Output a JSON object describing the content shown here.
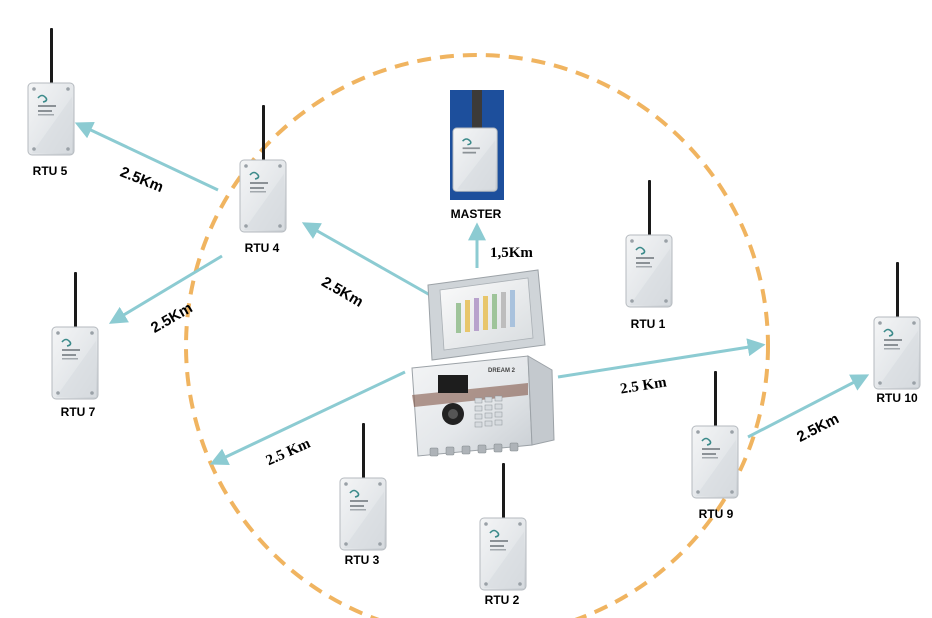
{
  "diagram": {
    "nodes": {
      "master": "MASTER",
      "rtu1": "RTU 1",
      "rtu2": "RTU 2",
      "rtu3": "RTU 3",
      "rtu4": "RTU 4",
      "rtu5": "RTU 5",
      "rtu7": "RTU 7",
      "rtu9": "RTU 9",
      "rtu10": "RTU 10"
    },
    "central_device": {
      "model_label": "DREAM 2"
    },
    "links": {
      "center_to_master": "1,5Km",
      "center_to_rtu4": "2.5Km",
      "rtu4_to_rtu5": "2.5Km",
      "rtu4_to_rtu7": "2.5Km",
      "center_to_right": "2.5 Km",
      "center_to_left": "2.5 Km",
      "rtu9_to_rtu10": "2.5Km"
    },
    "colors": {
      "ring": "#f0b460",
      "arrow": "#8ccbd2",
      "device_body": "#e9ebed",
      "device_edge": "#b5babf",
      "master_panel": "#1d4f9c",
      "antenna": "#1a1a1a"
    }
  }
}
